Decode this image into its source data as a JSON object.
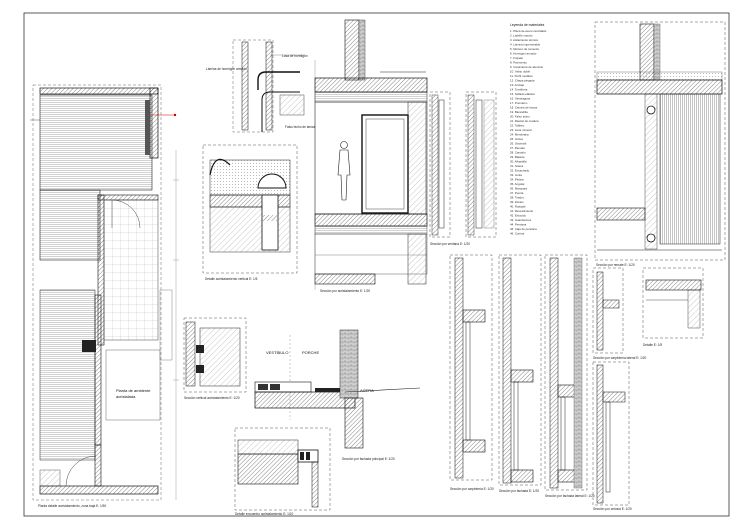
{
  "labels": {
    "vestibulo": "VESTÍBULO",
    "porche": "PORCHE",
    "acera": "ACERA",
    "planta_ambiente": "Planta de ambiente",
    "planta_ambiente2": "acristalada"
  },
  "captions": {
    "c1": "Planta detalle acristalamiento, zona baja E: 1/50",
    "c2": "Detalle acristalamiento vertical E: 1/5",
    "c3": "Sección vertical acristalamiento E: 1/20",
    "c4": "Sección por acristalamiento E: 1/20",
    "c5": "Sección por fachada principal E: 1/20",
    "c6": "Sección por ventana E: 1/20",
    "c7": "Detalle encuentro acristalamiento E: 1/10",
    "c8": "Sección por carpintería E: 1/20",
    "c9": "Sección por fachada E: 1/20",
    "c10": "Sección por fachada lateral E: 1/20",
    "c11": "Sección por carpintería lateral E: 1/20",
    "c12": "Sección por celosía E: 1/20",
    "c13": "Sección por remate E: 1/20",
    "c14": "Detalle E: 1/5"
  },
  "legend": {
    "title": "Leyenda de materiales",
    "items": [
      "1. Placa de acero inoxidable",
      "2. Ladrillo macizo",
      "3. Aislamiento térmico",
      "4. Lámina impermeable",
      "5. Mortero de cemento",
      "6. Hormigón armado",
      "7. Forjado",
      "8. Pavimento",
      "9. Carpintería de aluminio",
      "10. Vidrio doble",
      "11. Perfil metálico",
      "12. Chapa plegada",
      "13. Anclaje",
      "14. Tornillería",
      "15. Sellado elástico",
      "16. Vierteaguas",
      "17. Premarco",
      "18. Celosía de lamas",
      "19. Barandilla",
      "20. Falso techo",
      "21. Rastrel de madera",
      "22. Tablero",
      "23. Lana mineral",
      "24. Membrana",
      "25. Grava",
      "26. Geotextil",
      "27. Remate",
      "28. Canalón",
      "29. Bajante",
      "30. Albardilla",
      "31. Solera",
      "32. Encachado",
      "33. Junta",
      "34. Pletina",
      "35. Angular",
      "36. Mampara",
      "37. Puerta",
      "38. Tirador",
      "39. Zócalo",
      "40. Rodapié",
      "41. Revestimiento",
      "42. Enlucido",
      "43. Guardavivos",
      "44. Persiana",
      "45. Caja de persiana",
      "46. Cortina"
    ]
  }
}
